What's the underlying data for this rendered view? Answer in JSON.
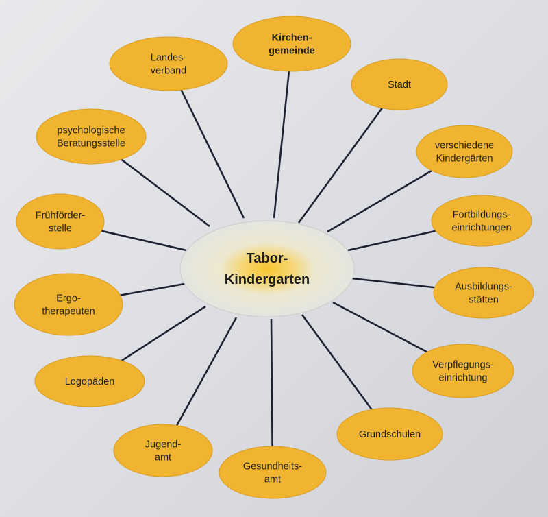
{
  "center": {
    "line1": "Tabor-",
    "line2": "Kindergarten"
  },
  "nodes": [
    {
      "id": "kirchengemeinde",
      "line1": "Kirchen-",
      "line2": "gemeinde"
    },
    {
      "id": "stadt",
      "line1": "Stadt",
      "line2": ""
    },
    {
      "id": "verschiedene-kindergaerten",
      "line1": "verschiedene",
      "line2": "Kindergärten"
    },
    {
      "id": "fortbildungseinrichtungen",
      "line1": "Fortbildungs-",
      "line2": "einrichtungen"
    },
    {
      "id": "ausbildungsstaetten",
      "line1": "Ausbildungs-",
      "line2": "stätten"
    },
    {
      "id": "verpflegungseinrichtung",
      "line1": "Verpflegungs-",
      "line2": "einrichtung"
    },
    {
      "id": "grundschulen",
      "line1": "Grundschulen",
      "line2": ""
    },
    {
      "id": "gesundheitsamt",
      "line1": "Gesundheits-",
      "line2": "amt"
    },
    {
      "id": "jugendamt",
      "line1": "Jugend-",
      "line2": "amt"
    },
    {
      "id": "logopaeden",
      "line1": "Logopäden",
      "line2": ""
    },
    {
      "id": "ergotherapeuten",
      "line1": "Ergo-",
      "line2": "therapeuten"
    },
    {
      "id": "fruehfoerderstelle",
      "line1": "Frühförder-",
      "line2": "stelle"
    },
    {
      "id": "psychologische-beratungsstelle",
      "line1": "psychologische",
      "line2": "Beratungsstelle"
    },
    {
      "id": "landesverband",
      "line1": "Landes-",
      "line2": "verband"
    }
  ],
  "colors": {
    "node_fill": "#f0b431",
    "node_stroke": "#d89c22",
    "center_fill": "#e3e5e0",
    "center_glow": "#f5c63a",
    "connector": "#1d2233"
  }
}
